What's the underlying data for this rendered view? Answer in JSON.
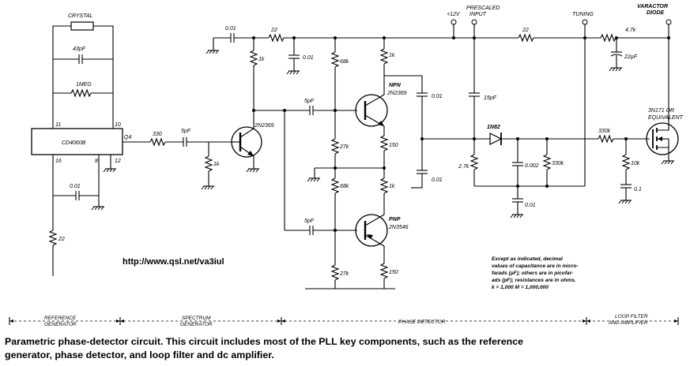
{
  "url": "http://www.qsl.net/va3iul",
  "labels": {
    "crystal": "CRYSTAL",
    "c43p": "43pF",
    "r1meg": "1MEG",
    "ic": "CD4060B",
    "pin11": "11",
    "pin10": "10",
    "pin16": "16",
    "pin8": "8",
    "pin12": "12",
    "pinq": "Q4",
    "c001a": "0.01",
    "r22a": "22",
    "r330": "330",
    "c5pa": "5pF",
    "r1ka": "1k",
    "q1": "2N2369",
    "c001b": "0.01",
    "r22b": "22",
    "r1kb": "1k",
    "c001c": "0.01",
    "r68ka": "68k",
    "r1kc": "1k",
    "npn": "NPN",
    "npnpart": "2N2369",
    "c5pb": "5pF",
    "c001d": "0.01",
    "r27ka": "27k",
    "r150a": "150",
    "r68kb": "68k",
    "r1kd": "1k",
    "c001e": "0.01",
    "c5pc": "5pF",
    "pnp": "PNP",
    "pnppart": "2N3546",
    "r27kb": "27k",
    "r150b": "150",
    "v12": "+12V",
    "prescaled1": "PRESCALED",
    "prescaled2": "INPUT",
    "tuning": "TUNING",
    "varactor1": "VARACTOR",
    "varactor2": "DIODE",
    "r22c": "22",
    "r47k": "4.7k",
    "c22u": "22µF",
    "c15p": "15pF",
    "d1": "1N82",
    "r27k": "2.7k",
    "c0002": "0.002",
    "r330ka": "330k",
    "r330kb": "330k",
    "c001f": "0.01",
    "fet1": "3N171 OR",
    "fet2": "EQUIVALENT",
    "r10k": "10k",
    "c01": "0.1"
  },
  "note": [
    "Except as indicated, decimal",
    "values of capacitance are in micro-",
    "farads (µF); others are in picofar-",
    "ads (pF); resistances are in ohms.",
    "k = 1,000      M = 1,000,000"
  ],
  "sections": {
    "ref1": "REFERENCE",
    "ref2": "GENERATOR",
    "spec1": "SPECTRUM",
    "spec2": "GENERATOR",
    "phase": "PHASE DETECTOR",
    "loop1": "LOOP FILTER",
    "loop2": "AND AMPLIFIER"
  },
  "caption": {
    "line1": "Parametric phase-detector circuit. This circuit includes most of the PLL key components, such as the reference",
    "line2": "generator, phase detector, and loop filter and dc amplifier."
  }
}
